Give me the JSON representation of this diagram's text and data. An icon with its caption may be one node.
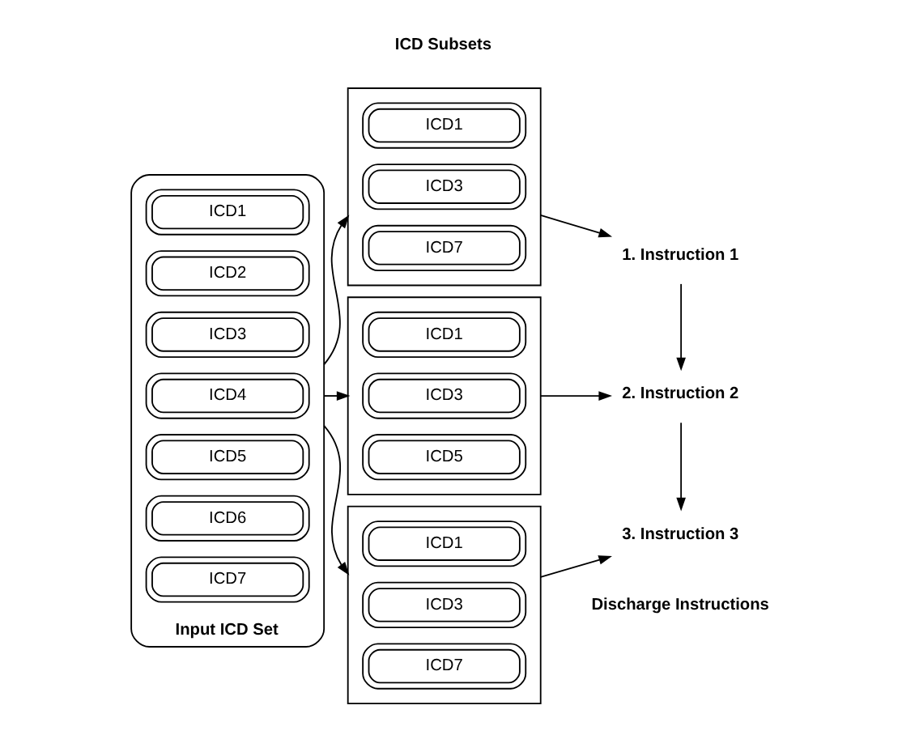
{
  "diagram": {
    "nodes": [
      {
        "text": [
          "Input ICD Set"
        ]
      },
      {
        "text": [
          "ICD1"
        ],
        "in": 0
      },
      {
        "text": [
          "ICD2"
        ],
        "in": 0
      },
      {
        "text": [
          "ICD3"
        ],
        "in": 0
      },
      {
        "text": [
          "ICD4"
        ],
        "in": 0
      },
      {
        "text": [
          "ICD5"
        ],
        "in": 0
      },
      {
        "text": [
          "ICD6"
        ],
        "in": 0
      },
      {
        "text": [
          "ICD7"
        ],
        "in": 0
      },
      {
        "text": [],
        "shape": "box"
      },
      {
        "text": [
          "ICD1"
        ],
        "in": 8
      },
      {
        "text": [
          "ICD3"
        ],
        "in": 8
      },
      {
        "text": [
          "ICD7"
        ],
        "in": 8
      },
      {
        "text": [],
        "shape": "box"
      },
      {
        "text": [
          "ICD1"
        ],
        "in": 12
      },
      {
        "text": [
          "ICD3"
        ],
        "in": 12
      },
      {
        "text": [
          "ICD5"
        ],
        "in": 12
      },
      {
        "text": [],
        "shape": "box"
      },
      {
        "text": [
          "ICD1"
        ],
        "in": 16
      },
      {
        "text": [
          "ICD3"
        ],
        "in": 16
      },
      {
        "text": [
          "ICD7"
        ],
        "in": 16
      },
      {
        "text": [
          "1. Instruction 1"
        ]
      },
      {
        "text": [
          "2. Instruction 2"
        ]
      },
      {
        "text": [
          "3. Instruction 3"
        ]
      }
    ],
    "edges": [
      {
        "from": 0,
        "to": 8,
        "arrow": "to"
      },
      {
        "from": 0,
        "to": 12,
        "arrow": "to"
      },
      {
        "from": 0,
        "to": 16,
        "arrow": "to"
      },
      {
        "from": 8,
        "to": 20,
        "arrow": "to"
      },
      {
        "from": 12,
        "to": 21,
        "arrow": "to"
      },
      {
        "from": 16,
        "to": 22,
        "arrow": "to"
      },
      {
        "from": 20,
        "to": 21,
        "arrow": "to"
      },
      {
        "from": 21,
        "to": 22,
        "arrow": "to"
      }
    ],
    "labels": [
      "ICD Subsets",
      "Discharge Instructions"
    ]
  }
}
